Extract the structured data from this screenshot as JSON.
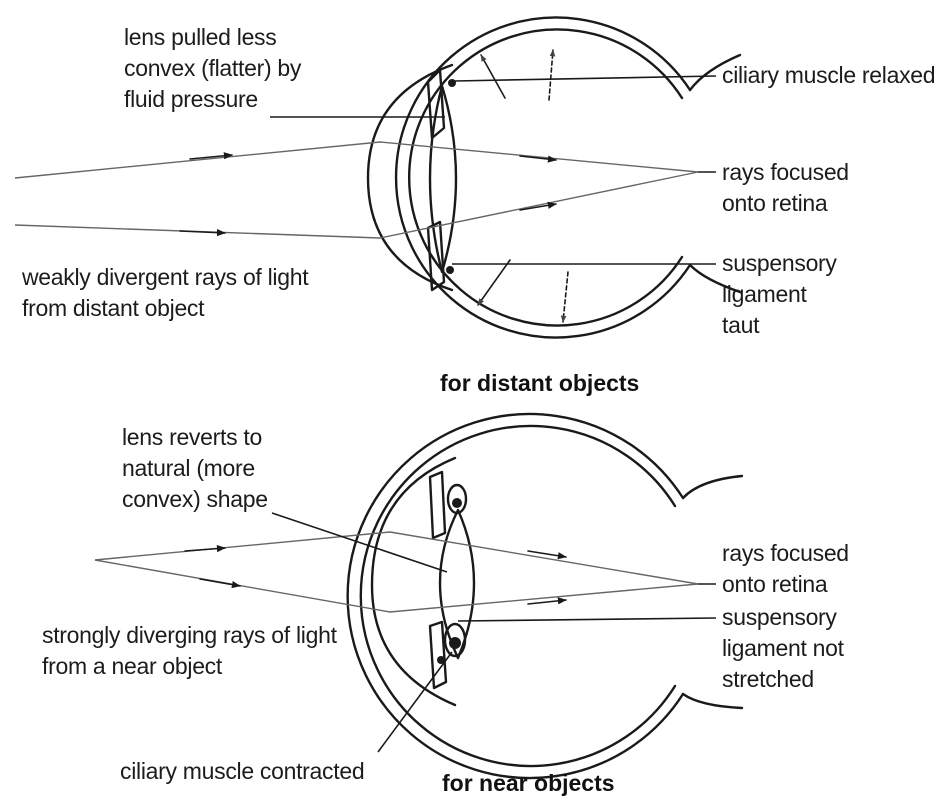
{
  "distant_panel": {
    "caption": "for distant objects",
    "lens_label": [
      "lens pulled less",
      "convex (flatter) by",
      "fluid pressure"
    ],
    "ciliary_label": "ciliary muscle relaxed",
    "focus_label": [
      "rays focused",
      "onto retina"
    ],
    "ligament_label": [
      "suspensory",
      "ligament",
      "taut"
    ],
    "rays_label": [
      "weakly divergent rays of light",
      "from distant object"
    ]
  },
  "near_panel": {
    "caption": "for near objects",
    "lens_label": [
      "lens reverts to",
      "natural (more",
      "convex) shape"
    ],
    "focus_label": [
      "rays focused",
      "onto retina"
    ],
    "ligament_label": [
      "suspensory",
      "ligament not",
      "stretched"
    ],
    "rays_label": [
      "strongly diverging rays of light",
      "from a near object"
    ],
    "ciliary_label": "ciliary muscle contracted"
  }
}
